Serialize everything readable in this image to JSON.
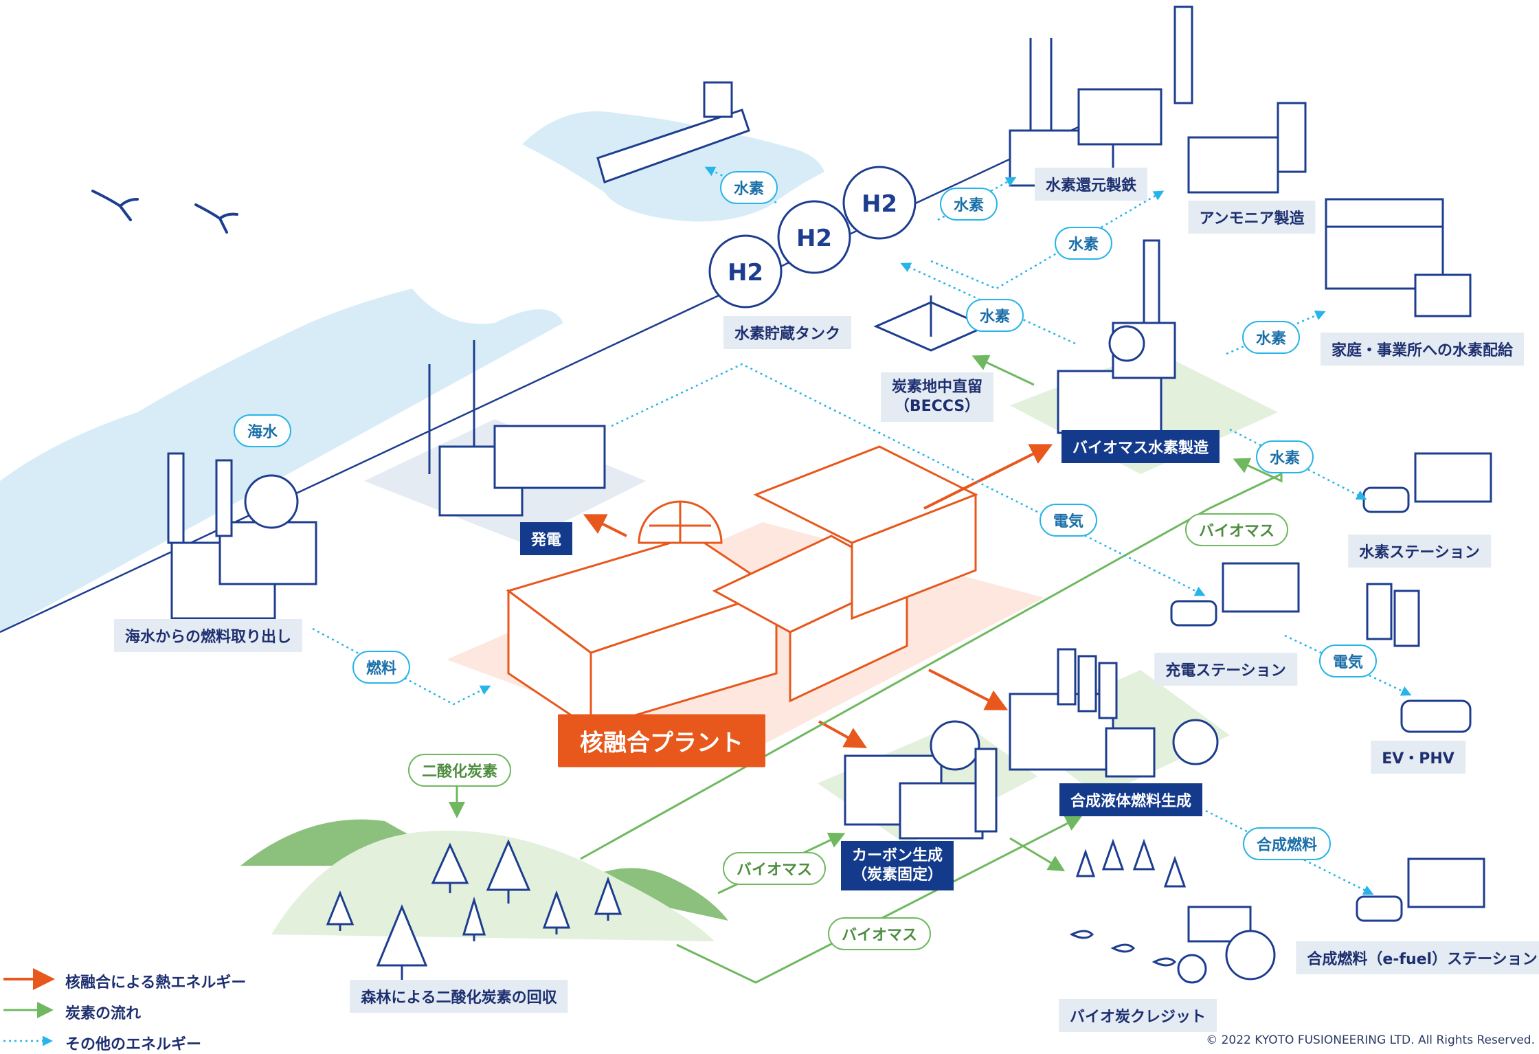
{
  "main_plant": "核融合プラント",
  "nodes": {
    "power": "発電",
    "seawater_fuel": "海水からの燃料取り出し",
    "h2_tank": "水素貯蔵タンク",
    "h2_steel": "水素還元製鉄",
    "ammonia": "アンモニア製造",
    "beccs_line1": "炭素地中直留",
    "beccs_line2": "（BECCS）",
    "biomass_h2": "バイオマス水素製造",
    "home_h2": "家庭・事業所への水素配給",
    "h2_station": "水素ステーション",
    "charge_station": "充電ステーション",
    "ev": "EV・PHV",
    "synfuel": "合成液体燃料生成",
    "carbon_line1": "カーボン生成",
    "carbon_line2": "（炭素固定）",
    "biochar": "バイオ炭クレジット",
    "efuel_station": "合成燃料（e-fuel）ステーション",
    "forest": "森林による二酸化炭素の回収"
  },
  "flow_labels": {
    "seawater": "海水",
    "fuel": "燃料",
    "hydrogen": "水素",
    "electricity": "電気",
    "biomass": "バイオマス",
    "co2": "二酸化炭素",
    "synthetic_fuel": "合成燃料"
  },
  "h2_mark": "H2",
  "legend": {
    "heat": "核融合による熱エネルギー",
    "carbon": "炭素の流れ",
    "other": "その他のエネルギー"
  },
  "copyright": "© 2022 KYOTO FUSIONEERING LTD.  All Rights Reserved.",
  "colors": {
    "heat": "#e8571c",
    "carbon": "#6fb85f",
    "other": "#27b4e8",
    "navy": "#1d3d8f",
    "water": "#d8ecf7"
  }
}
